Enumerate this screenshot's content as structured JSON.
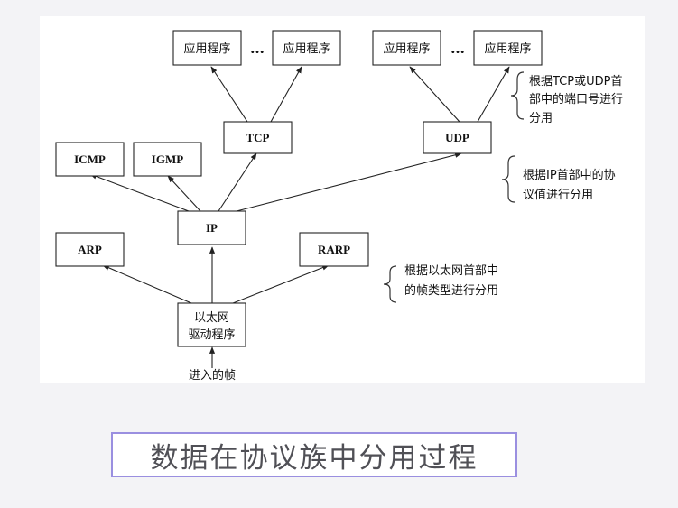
{
  "diagram": {
    "nodes": {
      "app1": "应用程序",
      "app2": "应用程序",
      "app3": "应用程序",
      "app4": "应用程序",
      "tcp": "TCP",
      "udp": "UDP",
      "icmp": "ICMP",
      "igmp": "IGMP",
      "ip": "IP",
      "arp": "ARP",
      "rarp": "RARP",
      "driver_line1": "以太网",
      "driver_line2": "驱动程序"
    },
    "ellipsis": "…",
    "input_label": "进入的帧",
    "annotations": {
      "port_line1": "根据TCP或UDP首",
      "port_line2": "部中的端口号进行",
      "port_line3": "分用",
      "proto_line1": "根据IP首部中的协",
      "proto_line2": "议值进行分用",
      "frame_line1": "根据以太网首部中",
      "frame_line2": "的帧类型进行分用"
    }
  },
  "caption": "数据在协议族中分用过程"
}
